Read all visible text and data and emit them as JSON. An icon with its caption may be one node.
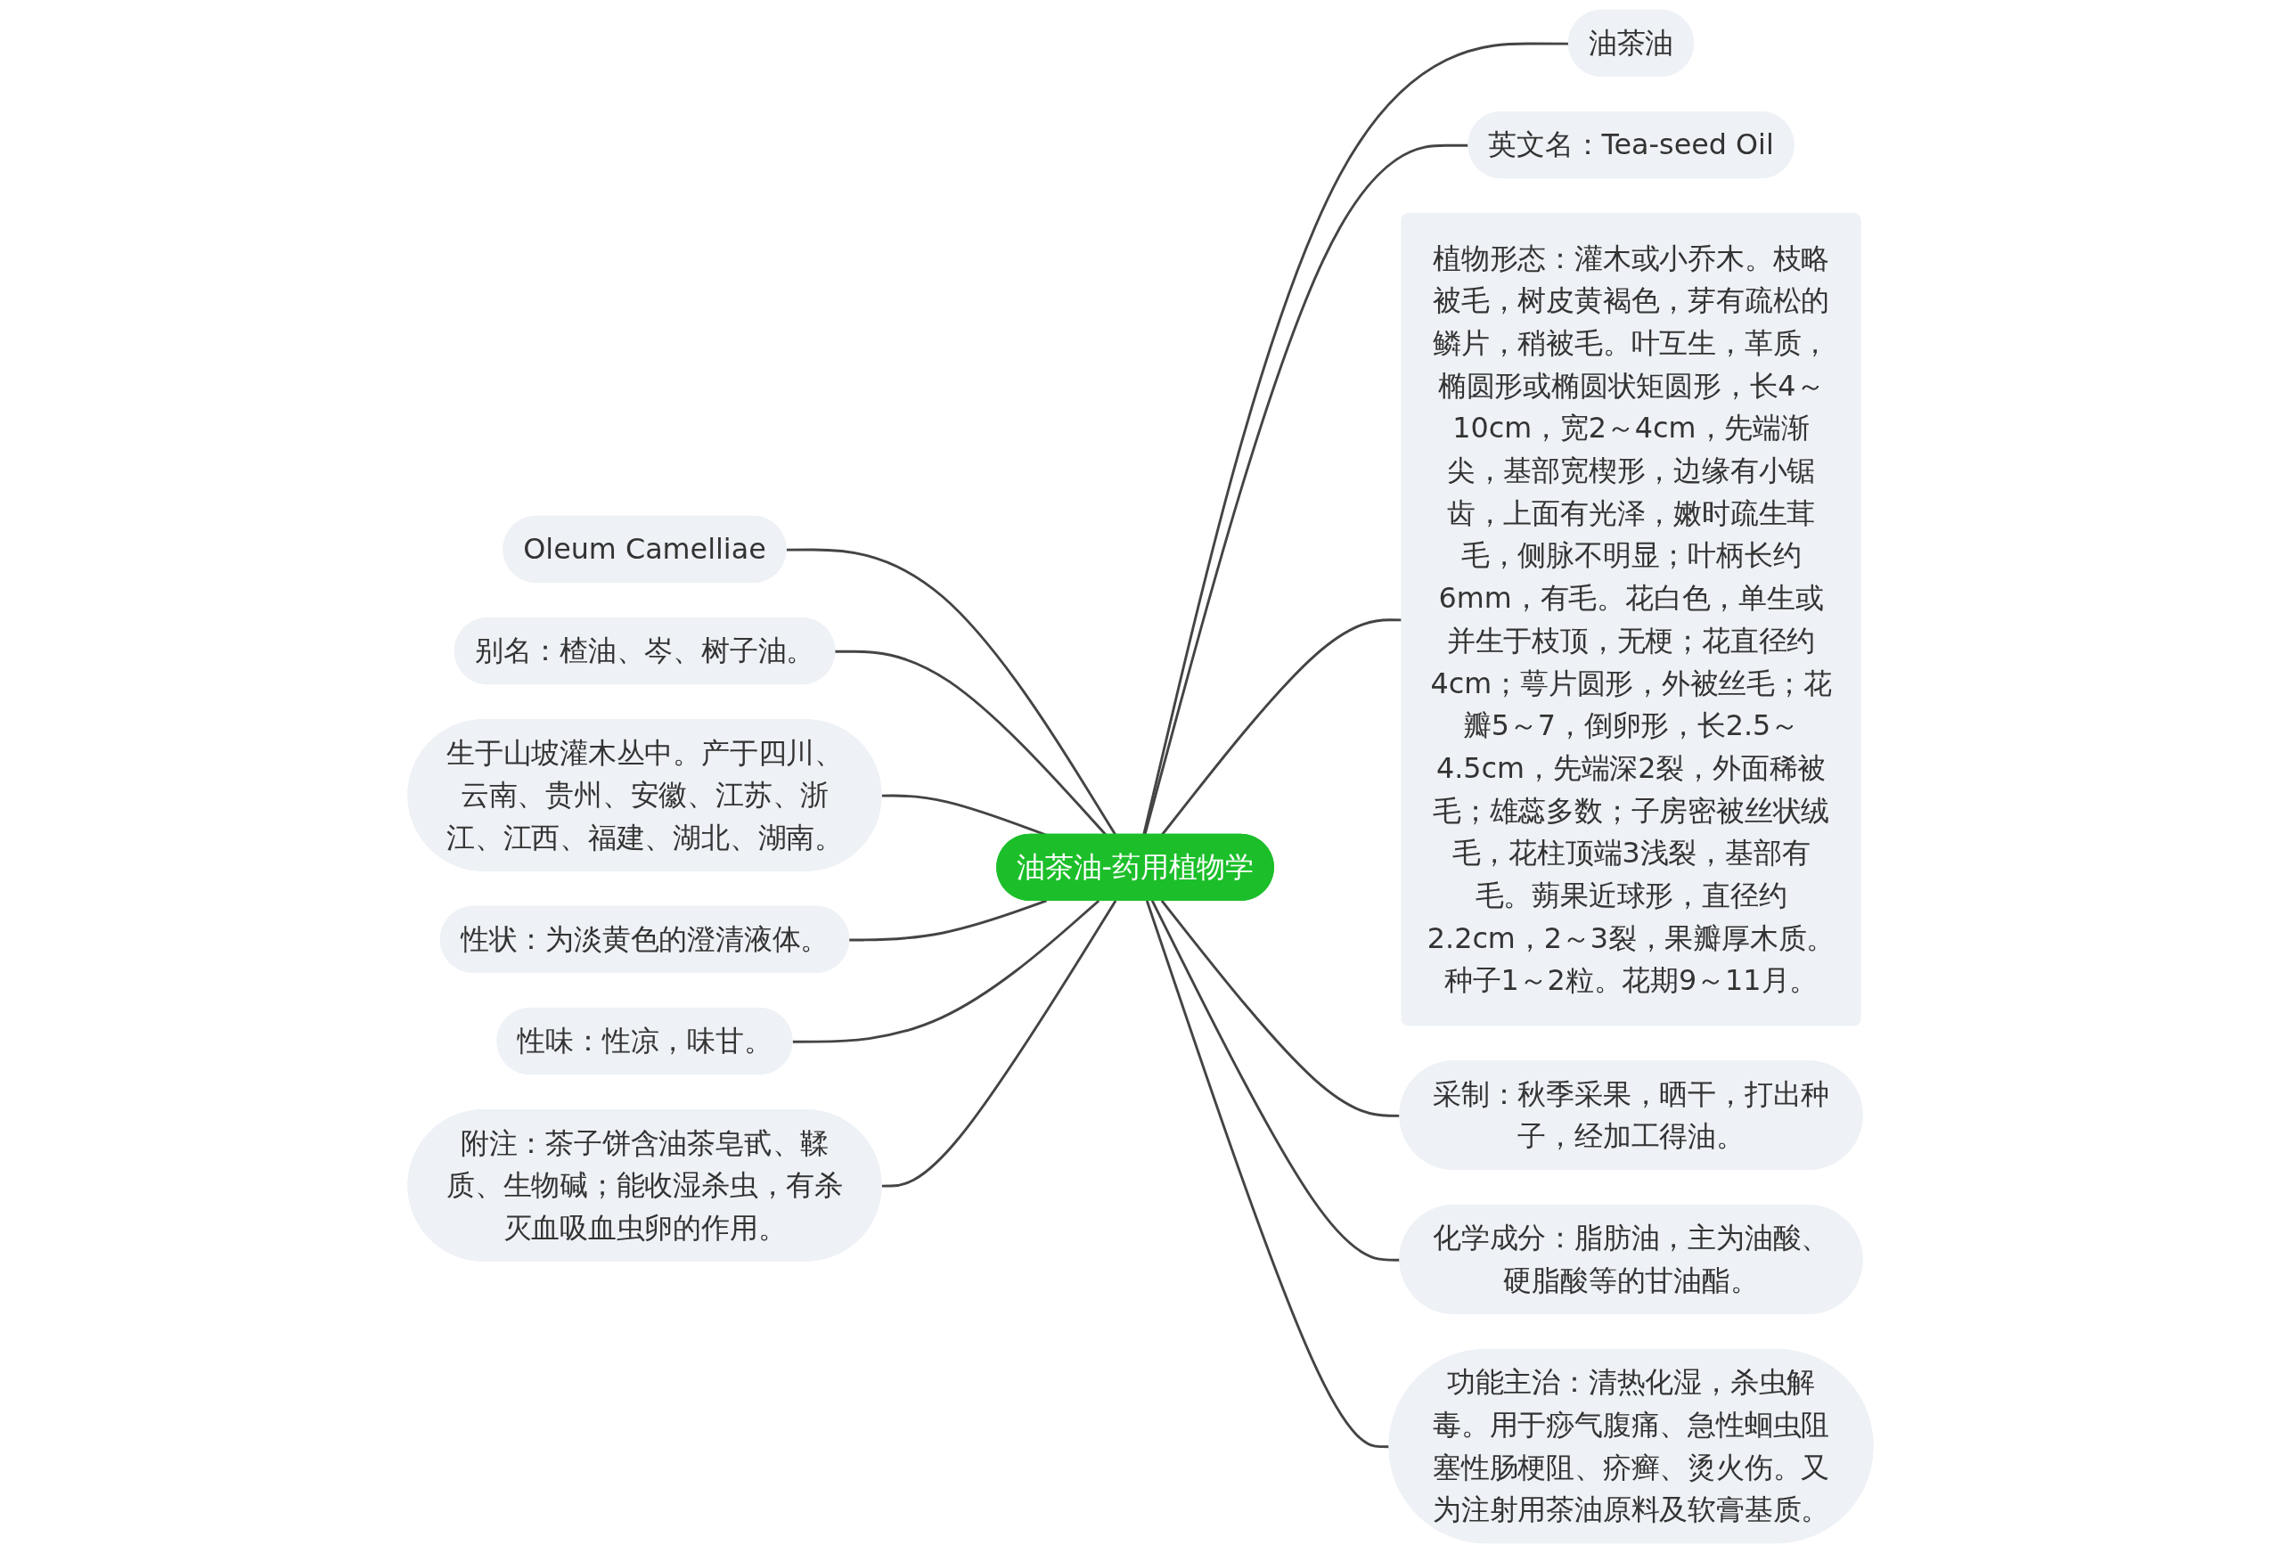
{
  "diagram": {
    "nodes": [
      {
        "text": [
          "油茶油-药用植物学"
        ]
      },
      {
        "text": [
          "油茶油"
        ]
      },
      {
        "text": [
          "英文名：Tea-seed Oil"
        ]
      },
      {
        "text": [
          "植物形态：灌木或小乔木。枝略被毛，树皮黄褐色，芽有疏松的鳞片，稍被毛。叶互生，革质，椭圆形或椭圆状矩圆形，长4～10cm，宽2～4cm，先端渐尖，基部宽楔形，边缘有小锯齿，上面有光泽，嫩时疏生茸毛，侧脉不明显；叶柄长约6mm，有毛。花白色，单生或并生于枝顶，无梗；花直径约4cm；萼片圆形，外被丝毛；花瓣5～7，倒卵形，长2.5～4.5cm，先端深2裂，外面稀被毛；雄蕊多数；子房密被丝状绒毛，花柱顶端3浅裂，基部有毛。蒴果近球形，直径约2.2cm，2～3裂，果瓣厚木质。种子1～2粒。花期9～11月。"
        ]
      },
      {
        "text": [
          "采制：秋季采果，晒干，打出种子，经加工得油。"
        ]
      },
      {
        "text": [
          "化学成分：脂肪油，主为油酸、硬脂酸等的甘油酯。"
        ]
      },
      {
        "text": [
          "功能主治：清热化湿，杀虫解毒。用于痧气腹痛、急性蛔虫阻塞性肠梗阻、疥癣、烫火伤。又为注射用茶油原料及软膏基质。"
        ]
      },
      {
        "text": [
          "Oleum Camelliae"
        ]
      },
      {
        "text": [
          "别名：楂油、岑、树子油。"
        ]
      },
      {
        "text": [
          "生于山坡灌木丛中。产于四川、云南、贵州、安徽、江苏、浙江、江西、福建、湖北、湖南。"
        ]
      },
      {
        "text": [
          "性状：为淡黄色的澄清液体。"
        ]
      },
      {
        "text": [
          "性味：性凉，味甘。"
        ]
      },
      {
        "text": [
          "附注：茶子饼含油茶皂甙、鞣质、生物碱；能收湿杀虫，有杀灭血吸血虫卵的作用。"
        ]
      }
    ],
    "edges": [
      {
        "from": 0,
        "to": 1,
        "arrow": "none"
      },
      {
        "from": 0,
        "to": 2,
        "arrow": "none"
      },
      {
        "from": 0,
        "to": 3,
        "arrow": "none"
      },
      {
        "from": 0,
        "to": 4,
        "arrow": "none"
      },
      {
        "from": 0,
        "to": 5,
        "arrow": "none"
      },
      {
        "from": 0,
        "to": 6,
        "arrow": "none"
      },
      {
        "from": 7,
        "to": 0,
        "arrow": "none"
      },
      {
        "from": 8,
        "to": 0,
        "arrow": "none"
      },
      {
        "from": 9,
        "to": 0,
        "arrow": "none"
      },
      {
        "from": 10,
        "to": 0,
        "arrow": "none"
      },
      {
        "from": 11,
        "to": 0,
        "arrow": "none"
      },
      {
        "from": 12,
        "to": 0,
        "arrow": "none"
      }
    ]
  }
}
